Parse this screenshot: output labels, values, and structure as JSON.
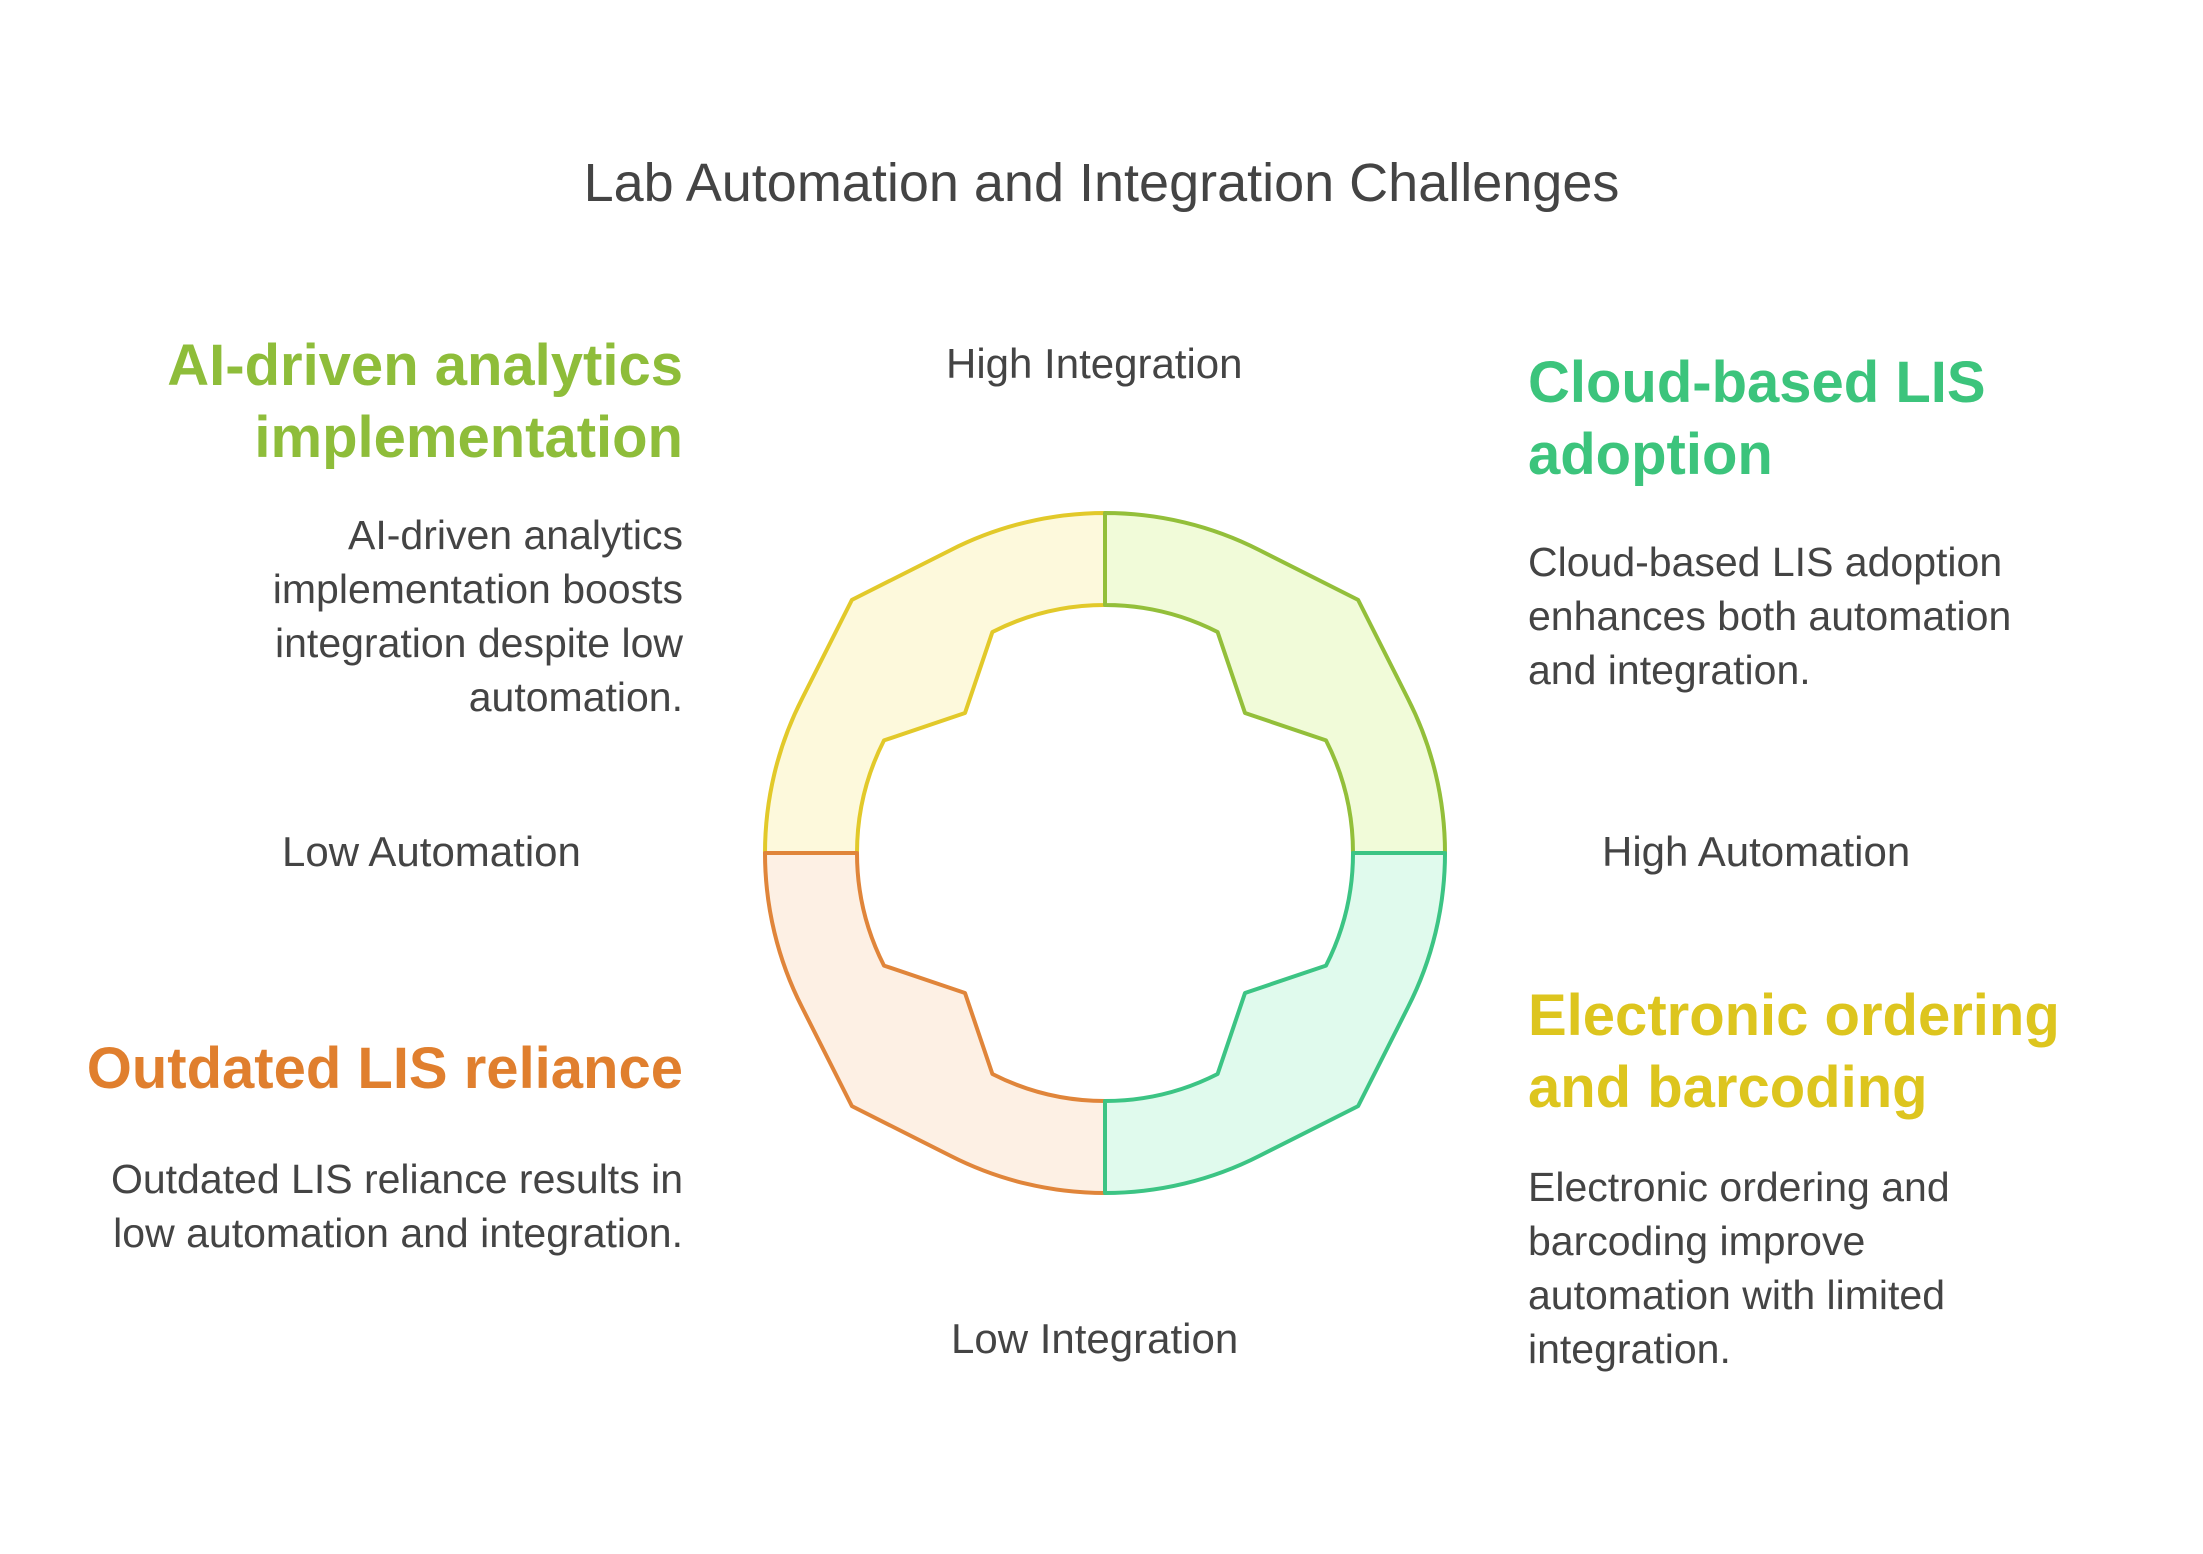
{
  "title": "Lab Automation and Integration Challenges",
  "axes": {
    "top": "High Integration",
    "bottom": "Low Integration",
    "left": "Low Automation",
    "right": "High Automation"
  },
  "quadrants": {
    "top_left": {
      "heading": "AI-driven analytics implementation",
      "description": "AI-driven analytics implementation boosts integration despite low automation.",
      "color": "#8ebd3a",
      "fill": "#fdf9dc",
      "stroke": "#e2c92a"
    },
    "top_right": {
      "heading": "Cloud-based LIS adoption",
      "description": "Cloud-based LIS adoption enhances both automation and integration.",
      "color": "#3cc47c",
      "fill": "#f1fbd9",
      "stroke": "#93bf3a"
    },
    "bottom_left": {
      "heading": "Outdated LIS reliance",
      "description": "Outdated LIS reliance results in low automation and integration.",
      "color": "#e07f2e",
      "fill": "#fdf0e4",
      "stroke": "#e0853a"
    },
    "bottom_right": {
      "heading": "Electronic ordering and barcoding",
      "description": "Electronic ordering and barcoding improve automation with limited integration.",
      "color": "#ddc51e",
      "fill": "#e0faed",
      "stroke": "#3cc484"
    }
  }
}
